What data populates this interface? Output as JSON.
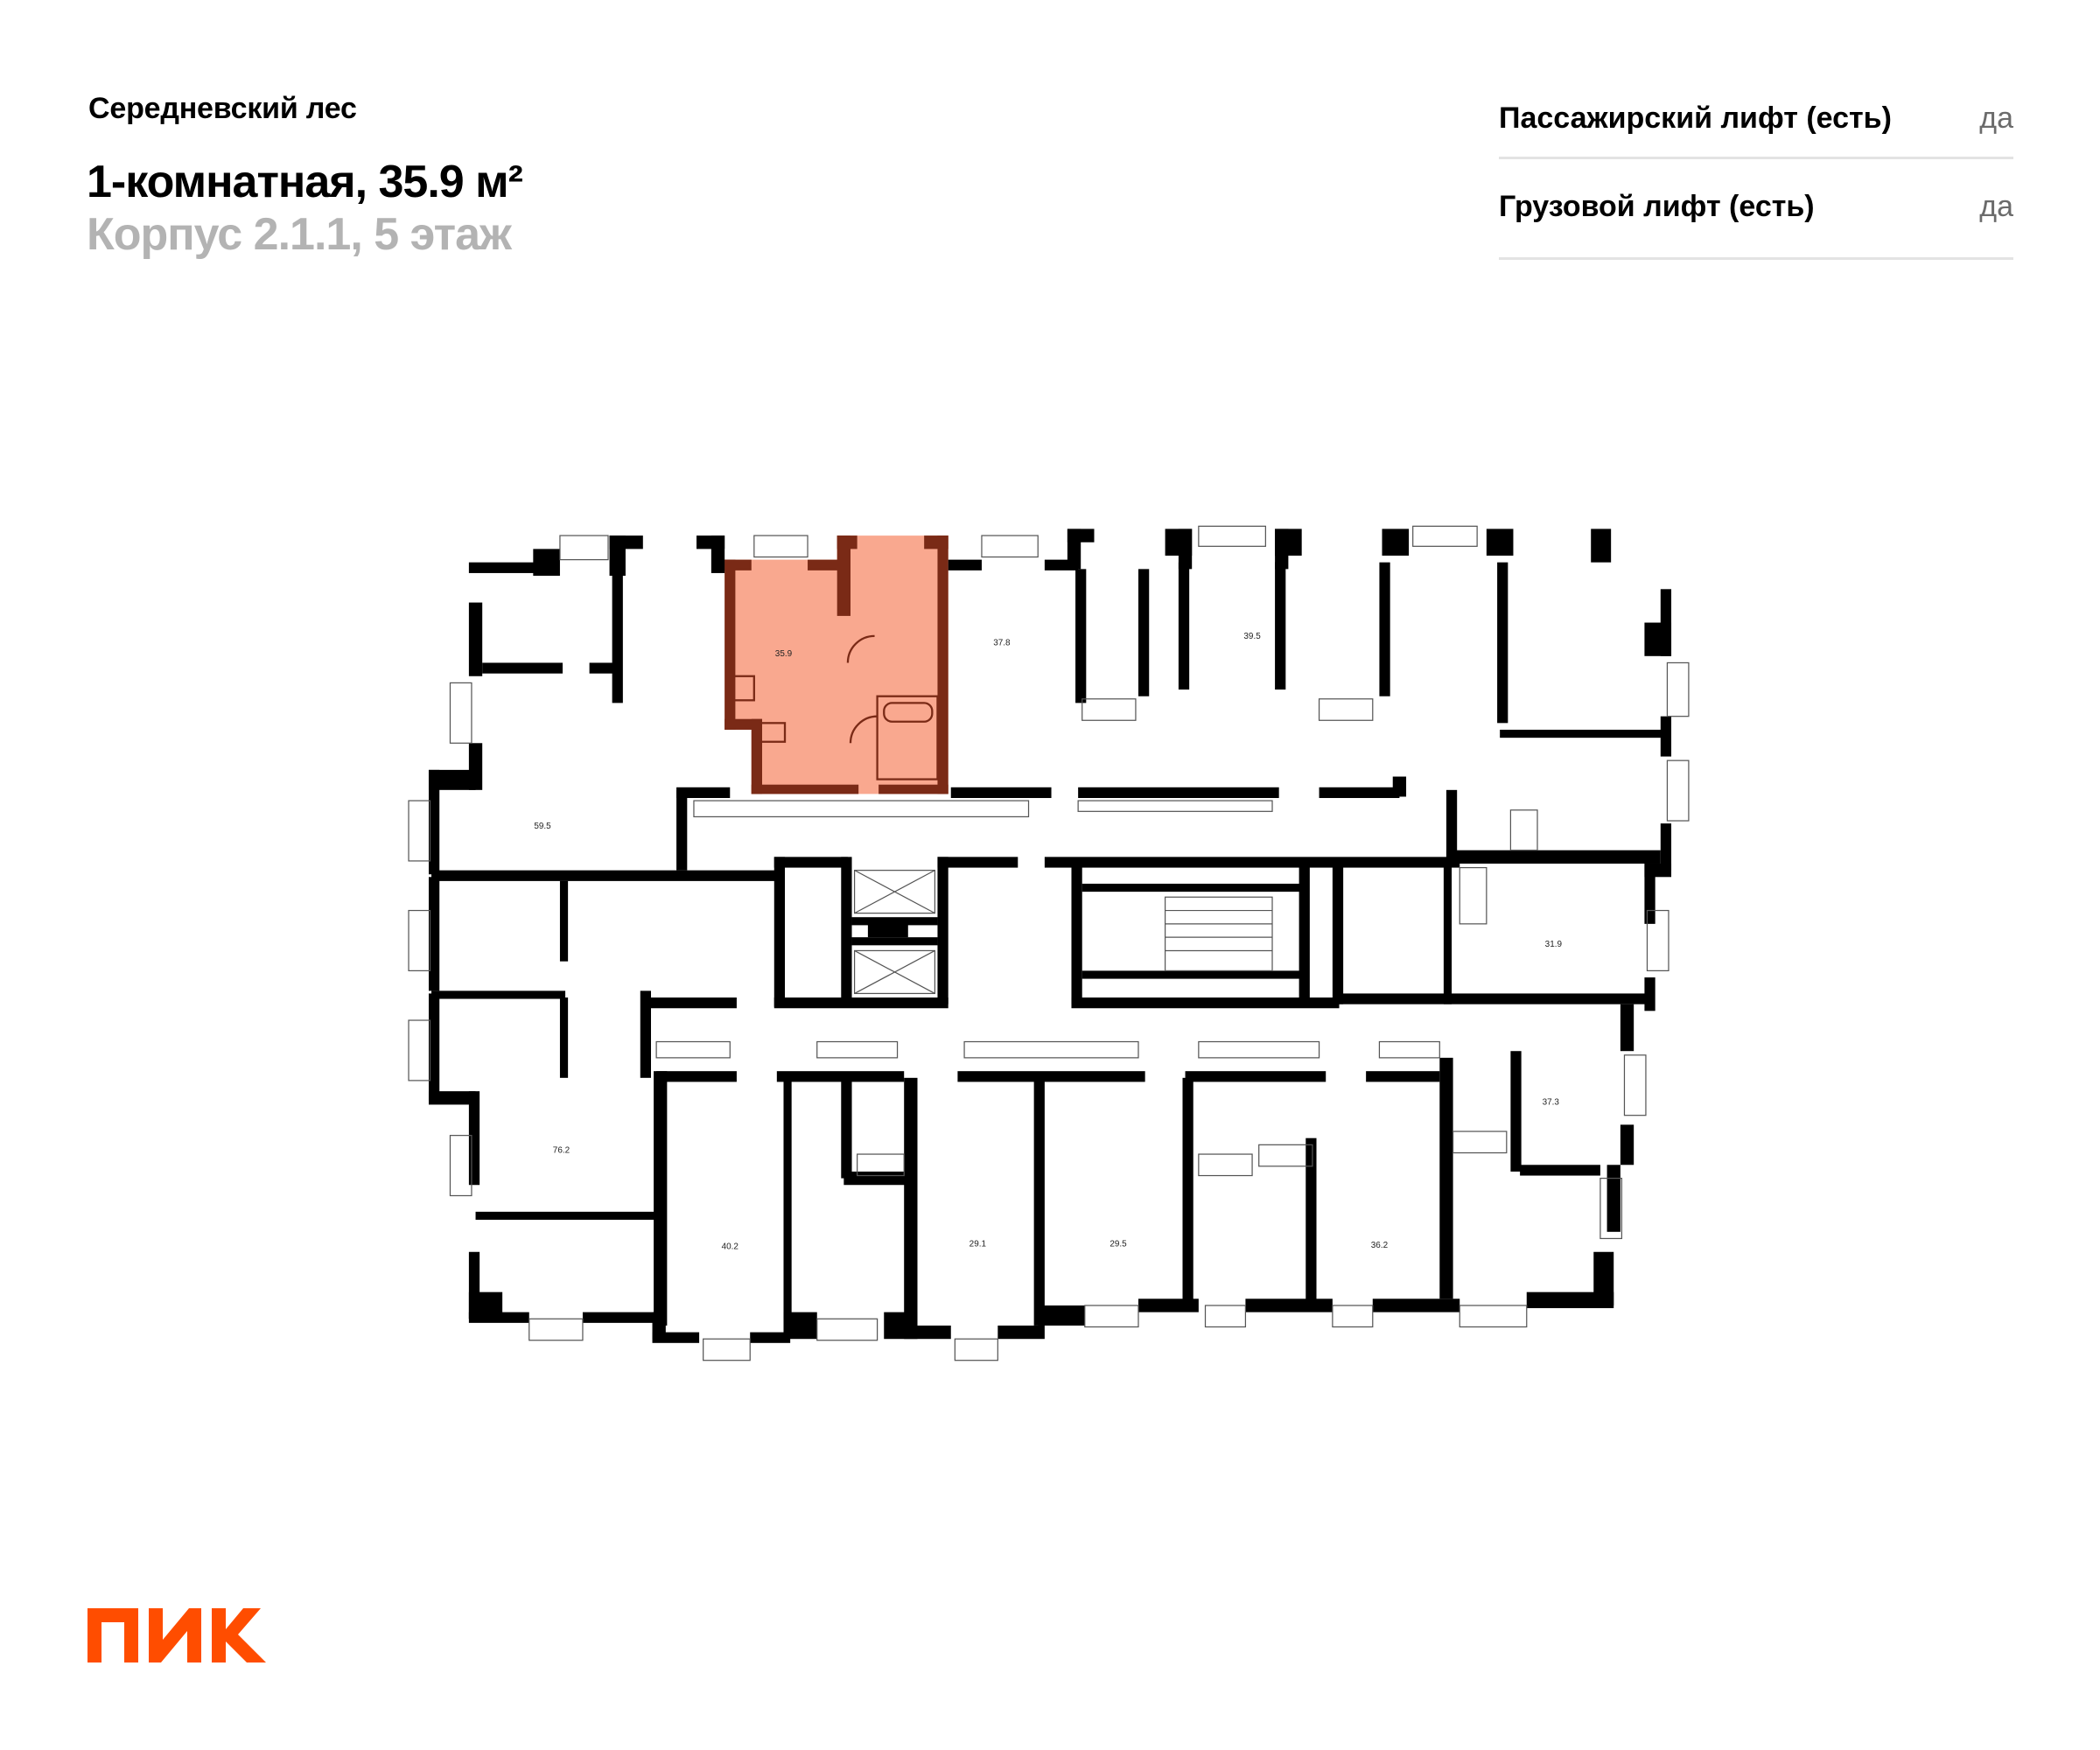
{
  "header": {
    "project_name": "Середневский лес",
    "title": "1-комнатная, 35.9 м²",
    "subtitle": "Корпус 2.1.1, 5 этаж"
  },
  "features": [
    {
      "label": "Пассажирский лифт (есть)",
      "value": "да"
    },
    {
      "label": "Грузовой лифт (есть)",
      "value": "да"
    }
  ],
  "floor_plan": {
    "highlight_color": "#f9a88f",
    "highlight_wall_color": "#7a2a16",
    "selected_apartment": {
      "area": "35.9"
    },
    "apartments": [
      {
        "area": "35.9",
        "selected": true
      },
      {
        "area": "37.8"
      },
      {
        "area": "39.5"
      },
      {
        "area": "59.5"
      },
      {
        "area": "31.9"
      },
      {
        "area": "37.3"
      },
      {
        "area": "76.2"
      },
      {
        "area": "40.2"
      },
      {
        "area": "29.1"
      },
      {
        "area": "29.5"
      },
      {
        "area": "36.2"
      }
    ]
  },
  "brand": {
    "logo_text": "ПИК",
    "color": "#ff4d00"
  }
}
